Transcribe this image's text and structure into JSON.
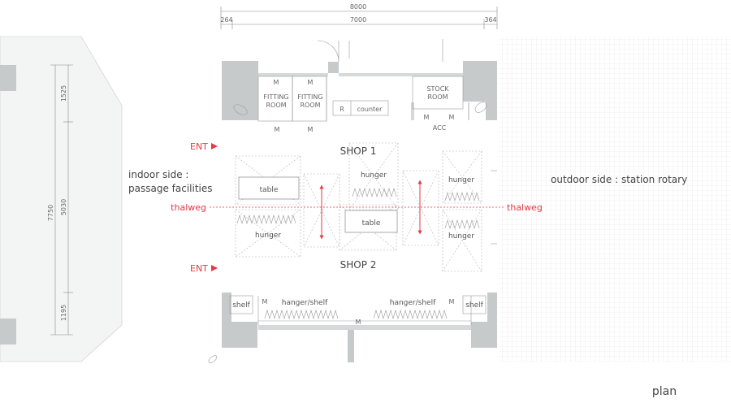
{
  "dimensions": {
    "top_total": "8000",
    "top_left": "264",
    "top_middle": "7000",
    "top_right": "364",
    "left_total": "7750",
    "left_top": "1525",
    "left_middle": "5030",
    "left_bottom": "1195"
  },
  "rooms": {
    "fitting_room": [
      "FITTING",
      "ROOM"
    ],
    "stock_room": [
      "STOCK",
      "ROOM"
    ],
    "register": "R",
    "counter": "counter",
    "acc": "ACC",
    "shop1": "SHOP 1",
    "shop2": "SHOP 2",
    "mirror": "M"
  },
  "furniture": {
    "table": "table",
    "hunger": "hunger",
    "shelf": "shelf",
    "hanger_shelf": "hanger/shelf"
  },
  "labels": {
    "ent": "ENT",
    "thalweg": "thalweg",
    "indoor": [
      "indoor side :",
      "passage facilities"
    ],
    "outdoor": "outdoor side : station rotary",
    "plan": "plan"
  },
  "colors": {
    "accent_red": "#e53945",
    "wall_gray": "#c7cacb",
    "outside_fill": "#f3f4f4"
  }
}
